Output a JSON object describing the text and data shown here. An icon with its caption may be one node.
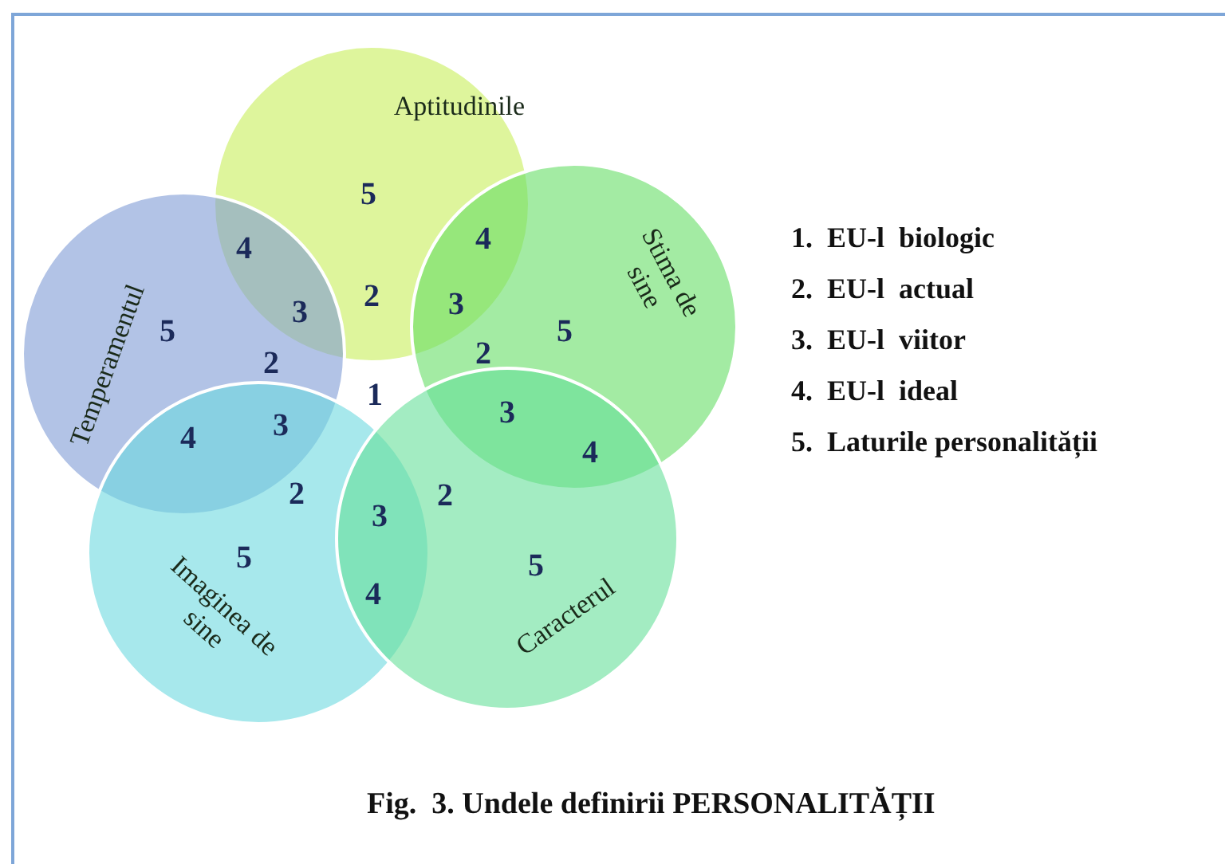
{
  "diagram": {
    "caption": "Fig.  3. Undele definirii PERSONALITĂȚII",
    "nodes": [
      {
        "text": [
          "Aptitudinile"
        ]
      },
      {
        "text": [
          "Temperamentul"
        ]
      },
      {
        "text": [
          "Stima de sine"
        ]
      },
      {
        "text": [
          "Imaginea de sine"
        ]
      },
      {
        "text": [
          "Caracterul"
        ]
      }
    ],
    "labels": [
      "5",
      "4",
      "4",
      "2",
      "3",
      "3",
      "5",
      "5",
      "2",
      "2",
      "1",
      "3",
      "3",
      "4",
      "4",
      "2",
      "3",
      "2",
      "5",
      "5",
      "4",
      "1.  EU-l  biologic",
      "2.  EU-l  actual",
      "3.  EU-l  viitor",
      "4.  EU-l  ideal",
      "5.  Laturile personalității"
    ]
  }
}
